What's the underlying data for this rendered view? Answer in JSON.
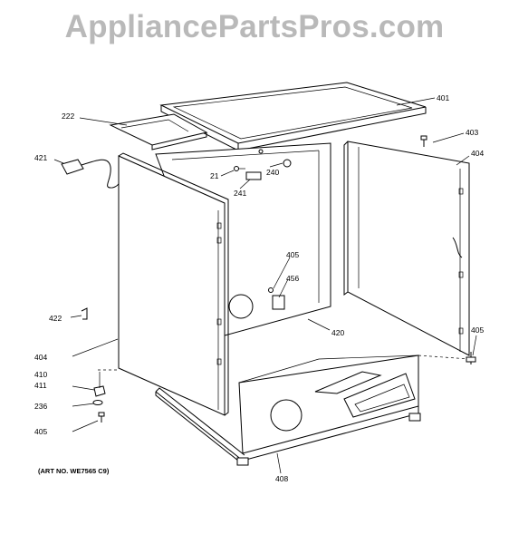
{
  "watermark": "AppliancePartsPros.com",
  "art_number": "(ART NO. WE7565 C9)",
  "part_labels": {
    "p401": "401",
    "p222": "222",
    "p403": "403",
    "p404_right": "404",
    "p421": "421",
    "p21": "21",
    "p240": "240",
    "p241": "241",
    "p405_center": "405",
    "p456": "456",
    "p422": "422",
    "p420": "420",
    "p405_right": "405",
    "p404_left": "404",
    "p410": "410",
    "p411": "411",
    "p236": "236",
    "p405_left": "405",
    "p408": "408"
  }
}
